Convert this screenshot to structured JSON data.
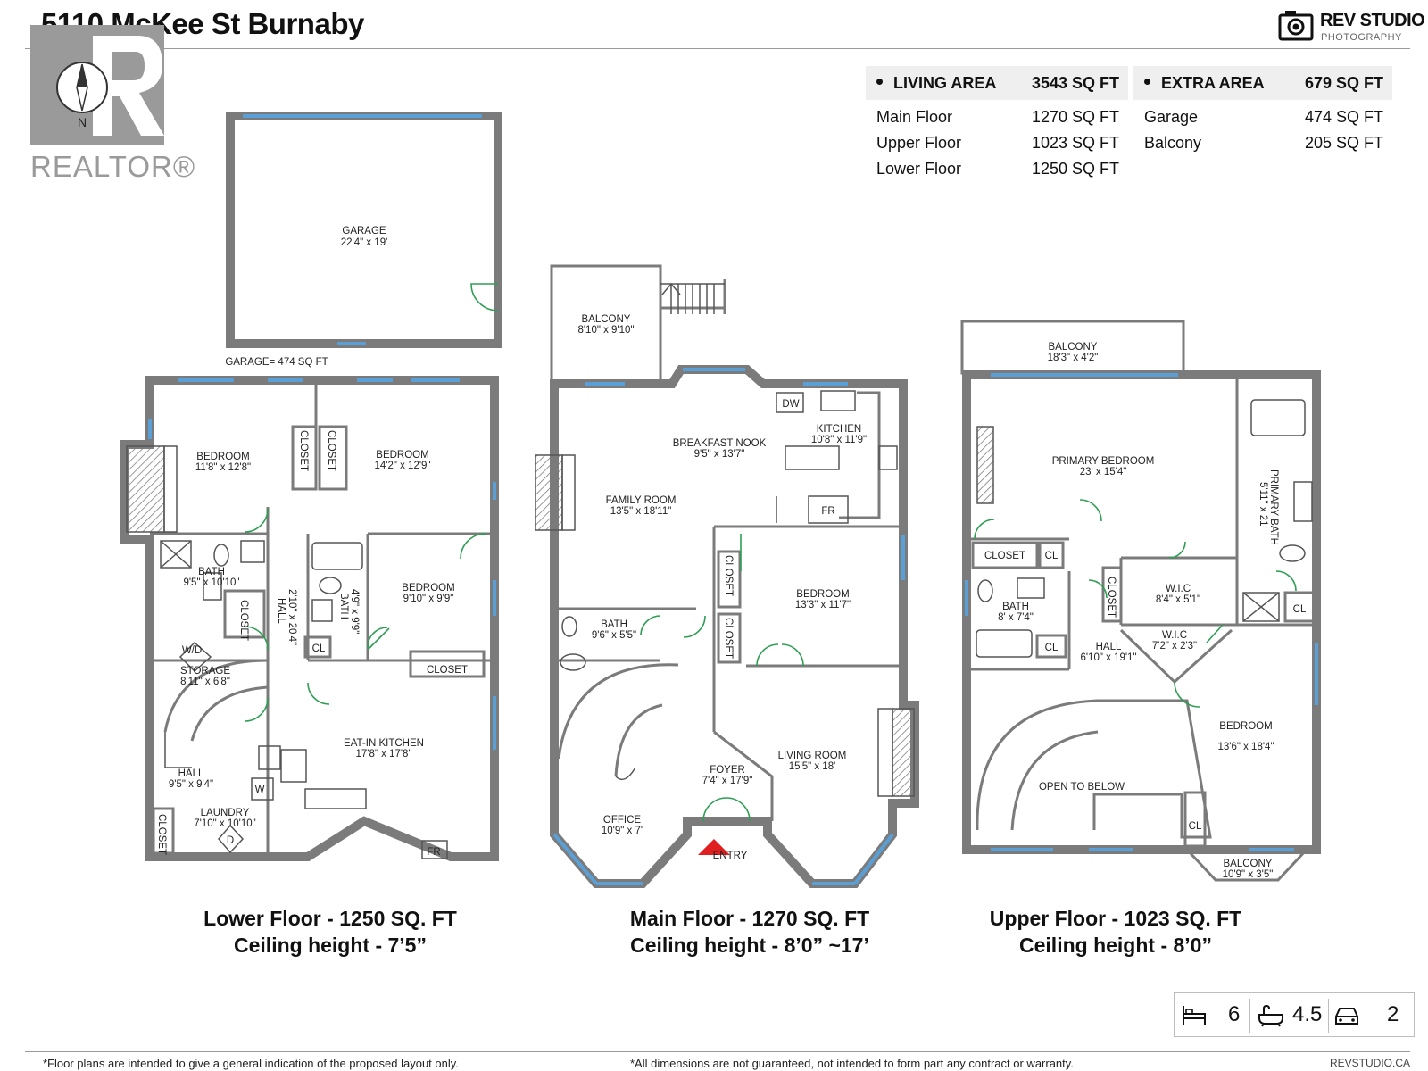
{
  "header": {
    "address": "5110 McKee St Burnaby",
    "brand_name": "REV STUDIO",
    "brand_sub": "PHOTOGRAPHY",
    "realtor_mark": "REALTOR®"
  },
  "compass": {
    "label": "N"
  },
  "living_area": {
    "title": "LIVING AREA",
    "total": "3543 SQ FT",
    "rows": [
      {
        "name": "Main Floor",
        "value": "1270 SQ FT"
      },
      {
        "name": "Upper Floor",
        "value": "1023 SQ FT"
      },
      {
        "name": "Lower Floor",
        "value": "1250 SQ FT"
      }
    ]
  },
  "extra_area": {
    "title": "EXTRA AREA",
    "total": "679 SQ FT",
    "rows": [
      {
        "name": "Garage",
        "value": "474 SQ FT"
      },
      {
        "name": "Balcony",
        "value": "205 SQ FT"
      }
    ]
  },
  "floors": {
    "lower": {
      "caption": "Lower Floor - 1250 SQ. FT",
      "ceiling": "Ceiling height - 7’5”"
    },
    "main": {
      "caption": "Main Floor - 1270 SQ. FT",
      "ceiling": "Ceiling height - 8’0” ~17’"
    },
    "upper": {
      "caption": "Upper  Floor - 1023 SQ. FT",
      "ceiling": "Ceiling height - 8’0”"
    }
  },
  "rooms": {
    "garage": {
      "name": "GARAGE",
      "dims": "22'4\" x 19'"
    },
    "garage_total": "GARAGE= 474 SQ FT",
    "lower_bed1": {
      "name": "BEDROOM",
      "dims": "11'8\" x 12'8\""
    },
    "lower_bed2": {
      "name": "BEDROOM",
      "dims": "14'2\" x 12'9\""
    },
    "lower_bed3": {
      "name": "BEDROOM",
      "dims": "9'10\" x 9'9\""
    },
    "lower_bath1": {
      "name": "BATH",
      "dims": "9'5\" x 10'10\""
    },
    "lower_bath2": {
      "name": "BATH",
      "dims": "4'9\" x 9'9\""
    },
    "lower_hall1": {
      "name": "HALL",
      "dims": "2'10\" x 20'4\""
    },
    "lower_storage": {
      "name": "STORAGE",
      "dims": "8'11\" x 6'8\""
    },
    "lower_hall2": {
      "name": "HALL",
      "dims": "9'5\" x 9'4\""
    },
    "lower_laundry": {
      "name": "LAUNDRY",
      "dims": "7'10\" x 10'10\""
    },
    "lower_kitchen": {
      "name": "EAT-IN KITCHEN",
      "dims": "17'8\" x 17'8\""
    },
    "main_balcony": {
      "name": "BALCONY",
      "dims": "8'10\" x 9'10\""
    },
    "main_nook": {
      "name": "BREAKFAST NOOK",
      "dims": "9'5\" x 13'7\""
    },
    "main_kitchen": {
      "name": "KITCHEN",
      "dims": "10'8\" x 11'9\""
    },
    "main_family": {
      "name": "FAMILY ROOM",
      "dims": "13'5\" x 18'11\""
    },
    "main_bedroom": {
      "name": "BEDROOM",
      "dims": "13'3\" x 11'7\""
    },
    "main_bath": {
      "name": "BATH",
      "dims": "9'6\" x 5'5\""
    },
    "main_foyer": {
      "name": "FOYER",
      "dims": "7'4\" x 17'9\""
    },
    "main_living": {
      "name": "LIVING ROOM",
      "dims": "15'5\" x 18'"
    },
    "main_office": {
      "name": "OFFICE",
      "dims": "10'9\" x 7'"
    },
    "main_entry": "ENTRY",
    "upper_balcony1": {
      "name": "BALCONY",
      "dims": "18'3\" x 4'2\""
    },
    "upper_primary": {
      "name": "PRIMARY BEDROOM",
      "dims": "23' x 15'4\""
    },
    "upper_primary_bath": {
      "name": "PRIMARY BATH",
      "dims": "5'11\" x 21'"
    },
    "upper_wic1": {
      "name": "W.I.C",
      "dims": "8'4\" x 5'1\""
    },
    "upper_wic2": {
      "name": "W.I.C",
      "dims": "7'2\" x 2'3\""
    },
    "upper_bath": {
      "name": "BATH",
      "dims": "8' x 7'4\""
    },
    "upper_hall": {
      "name": "HALL",
      "dims": "6'10\" x 19'1\""
    },
    "upper_bedroom": {
      "name": "BEDROOM",
      "dims": "13'6\" x 18'4\""
    },
    "upper_open": "OPEN TO BELOW",
    "upper_balcony2": {
      "name": "BALCONY",
      "dims": "10'9\" x 3'5\""
    }
  },
  "fixtures": {
    "closet": "CLOSET",
    "cl": "CL",
    "fr": "FR",
    "dw": "DW",
    "wd": "W/D",
    "w": "W",
    "d": "D"
  },
  "summary": {
    "bedrooms": "6",
    "bathrooms": "4.5",
    "parking": "2"
  },
  "footer": {
    "left": "*Floor plans are intended to give a general indication of the proposed layout only.",
    "middle": "*All dimensions are not guaranteed, not intended to form part any contract or warranty.",
    "right": "REVSTUDIO.CA"
  }
}
